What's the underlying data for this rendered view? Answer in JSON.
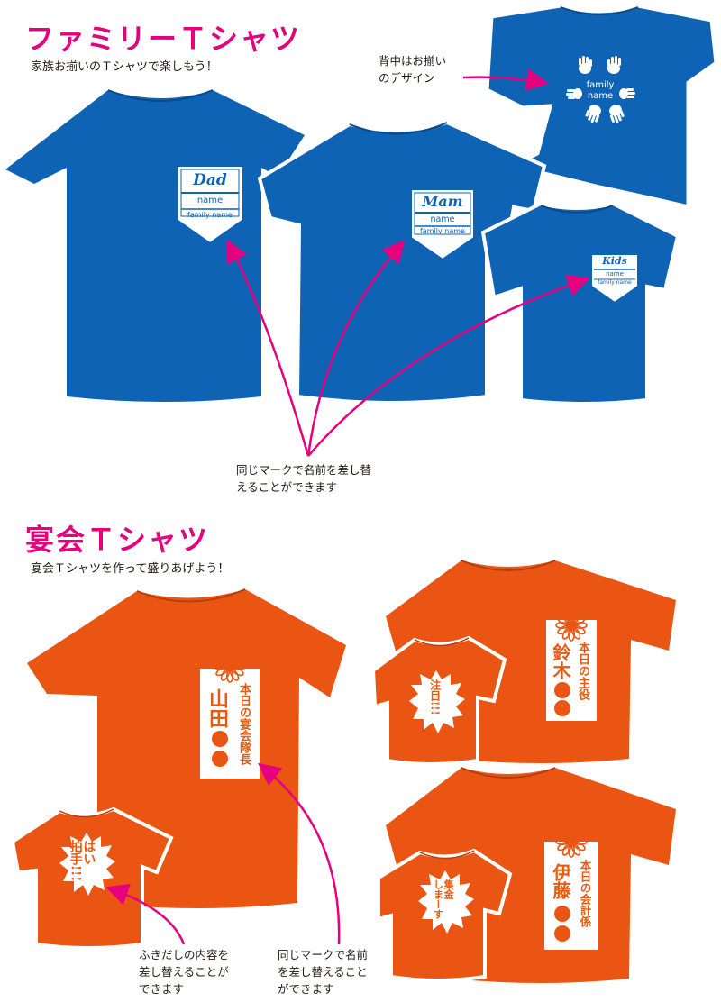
{
  "colors": {
    "accent": "#e4007f",
    "blue": "#0f63b5",
    "orange": "#ea5514",
    "ink": "#231815"
  },
  "family": {
    "title": "ファミリーＴシャツ",
    "subtitle": "家族お揃いのＴシャツで楽しもう！",
    "back_note": "背中はお揃い\nのデザイン",
    "back_label_line1": "family",
    "back_label_line2": "name",
    "badges": [
      {
        "role": "Dad",
        "name": "name",
        "family": "family name"
      },
      {
        "role": "Mam",
        "name": "name",
        "family": "family name"
      },
      {
        "role": "Kids",
        "name": "name",
        "family": "family name"
      }
    ],
    "note": "同じマークで名前を差し替\nえることができます"
  },
  "party": {
    "title": "宴会Ｔシャツ",
    "subtitle": "宴会Ｔシャツを作って盛りあげよう！",
    "shirts": [
      {
        "name": "山田",
        "role": "本日の宴会隊長",
        "dots": "●●"
      },
      {
        "name": "鈴木",
        "role": "本日の主役",
        "dots": "●●"
      },
      {
        "name": "伊藤",
        "role": "本日の会計係",
        "dots": "●●"
      }
    ],
    "bursts": [
      "はい\n拍手!!!",
      "注目!!!",
      "集金\nしまーす"
    ],
    "note_left": "ふきだしの内容を\n差し替えることが\nできます",
    "note_right": "同じマークで名前\nを差し替えること\nができます"
  }
}
